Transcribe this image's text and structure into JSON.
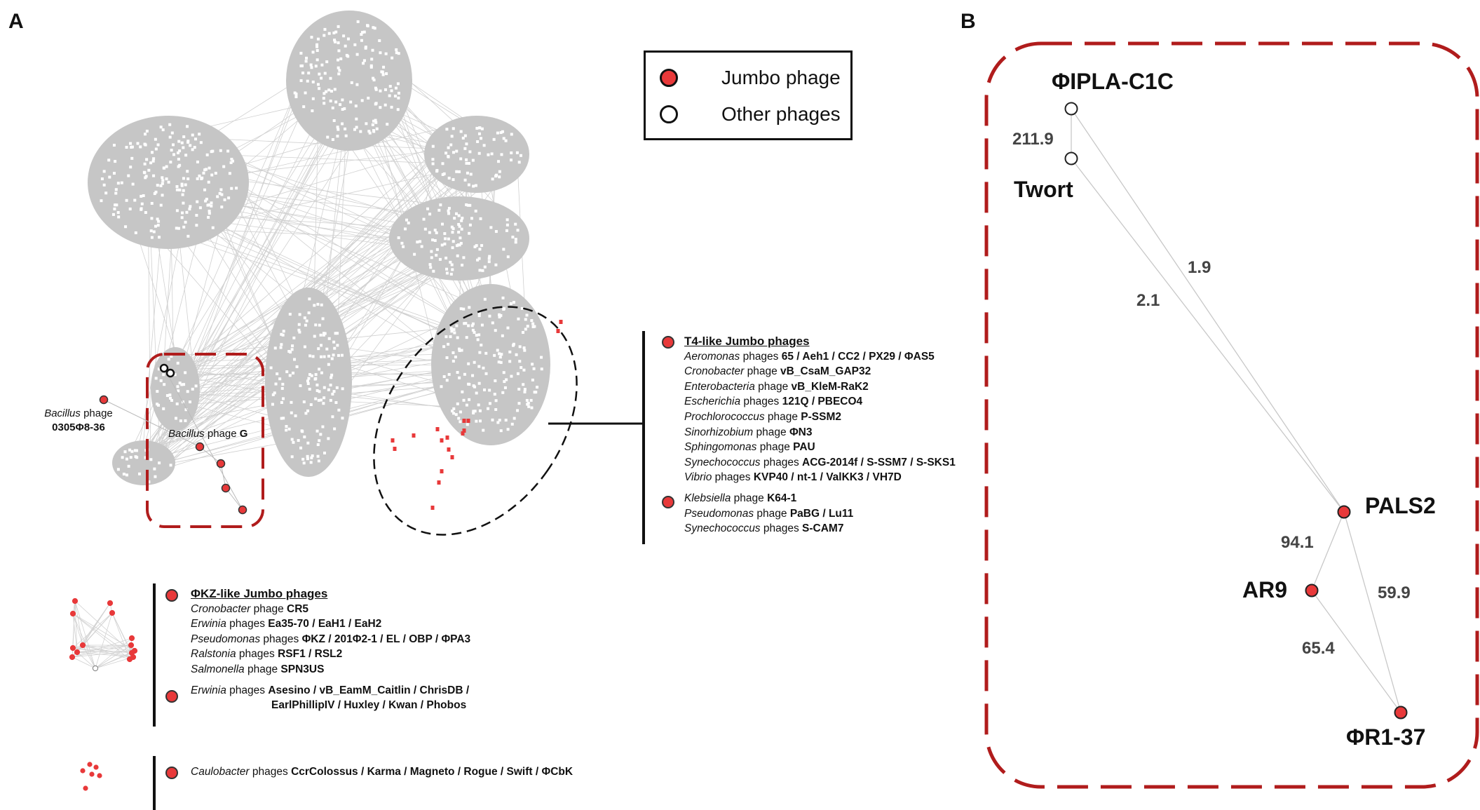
{
  "panels": {
    "a": "A",
    "b": "B"
  },
  "legend": {
    "items": [
      {
        "label": "Jumbo phage",
        "fill": "#e8393a"
      },
      {
        "label": "Other phages",
        "fill": "#ffffff"
      }
    ]
  },
  "network_labels": {
    "bacillus_left_genus": "Bacillus",
    "bacillus_left_word": "phage",
    "bacillus_left_name": "0305Φ8-36",
    "bacillus_g_genus": "Bacillus",
    "bacillus_g_word": "phage",
    "bacillus_g_name": "G"
  },
  "groups": {
    "t4": {
      "title": "T4-like Jumbo phages",
      "entries": [
        {
          "genus": "Aeromonas",
          "word": "phages",
          "names": "65 / Aeh1 / CC2 / PX29 / ΦAS5"
        },
        {
          "genus": "Cronobacter",
          "word": "phage",
          "names": "vB_CsaM_GAP32"
        },
        {
          "genus": "Enterobacteria",
          "word": "phage",
          "names": "vB_KleM-RaK2"
        },
        {
          "genus": "Escherichia",
          "word": "phages",
          "names": "121Q / PBECO4"
        },
        {
          "genus": "Prochlorococcus",
          "word": "phage",
          "names": "P-SSM2"
        },
        {
          "genus": "Sinorhizobium",
          "word": "phage",
          "names": "ΦN3"
        },
        {
          "genus": "Sphingomonas",
          "word": "phage",
          "names": "PAU"
        },
        {
          "genus": "Synechococcus",
          "word": "phages",
          "names": "ACG-2014f / S-SSM7 / S-SKS1"
        },
        {
          "genus": "Vibrio",
          "word": "phages",
          "names": "KVP40 / nt-1 / ValKK3 / VH7D"
        }
      ],
      "entries2": [
        {
          "genus": "Klebsiella",
          "word": "phage",
          "names": "K64-1"
        },
        {
          "genus": "Pseudomonas",
          "word": "phage",
          "names": "PaBG / Lu11"
        },
        {
          "genus": "Synechococcus",
          "word": "phages",
          "names": "S-CAM7"
        }
      ]
    },
    "phikz": {
      "title": "ΦKZ-like Jumbo phages",
      "entries": [
        {
          "genus": "Cronobacter",
          "word": "phage",
          "names": "CR5"
        },
        {
          "genus": "Erwinia",
          "word": "phages",
          "names": "Ea35-70 / EaH1 / EaH2"
        },
        {
          "genus": "Pseudomonas",
          "word": "phages",
          "names": "ΦKZ / 201Φ2-1 / EL / OBP / ΦPA3"
        },
        {
          "genus": "Ralstonia",
          "word": "phages",
          "names": "RSF1 / RSL2"
        },
        {
          "genus": "Salmonella",
          "word": "phage",
          "names": "SPN3US"
        }
      ],
      "entries2_genus": "Erwinia",
      "entries2_word": "phages",
      "entries2_line1": "Asesino / vB_EamM_Caitlin / ChrisDB /",
      "entries2_line2": "EarlPhillipIV / Huxley / Kwan / Phobos"
    },
    "caulo": {
      "genus": "Caulobacter",
      "word": "phages",
      "names": "CcrColossus / Karma / Magneto / Rogue / Swift / ΦCbK"
    }
  },
  "subnetwork": {
    "nodes": [
      {
        "id": "phipla",
        "label": "ΦIPLA-C1C",
        "type": "other"
      },
      {
        "id": "twort",
        "label": "Twort",
        "type": "other"
      },
      {
        "id": "pals2",
        "label": "PALS2",
        "type": "jumbo"
      },
      {
        "id": "ar9",
        "label": "AR9",
        "type": "jumbo"
      },
      {
        "id": "phir",
        "label": "ΦR1-37",
        "type": "jumbo"
      }
    ],
    "edges": [
      {
        "from": "phipla",
        "to": "twort",
        "weight": "211.9"
      },
      {
        "from": "phipla",
        "to": "pals2",
        "weight": "1.9"
      },
      {
        "from": "twort",
        "to": "pals2",
        "weight": "2.1"
      },
      {
        "from": "pals2",
        "to": "ar9",
        "weight": "94.1"
      },
      {
        "from": "pals2",
        "to": "phir",
        "weight": "59.9"
      },
      {
        "from": "ar9",
        "to": "phir",
        "weight": "65.4"
      }
    ]
  },
  "colors": {
    "jumbo": "#e8393a",
    "other": "#ffffff",
    "dashed_box": "#b01c1c",
    "network_edge": "#c8c8c8",
    "network_cluster": "#c4c4c4"
  }
}
